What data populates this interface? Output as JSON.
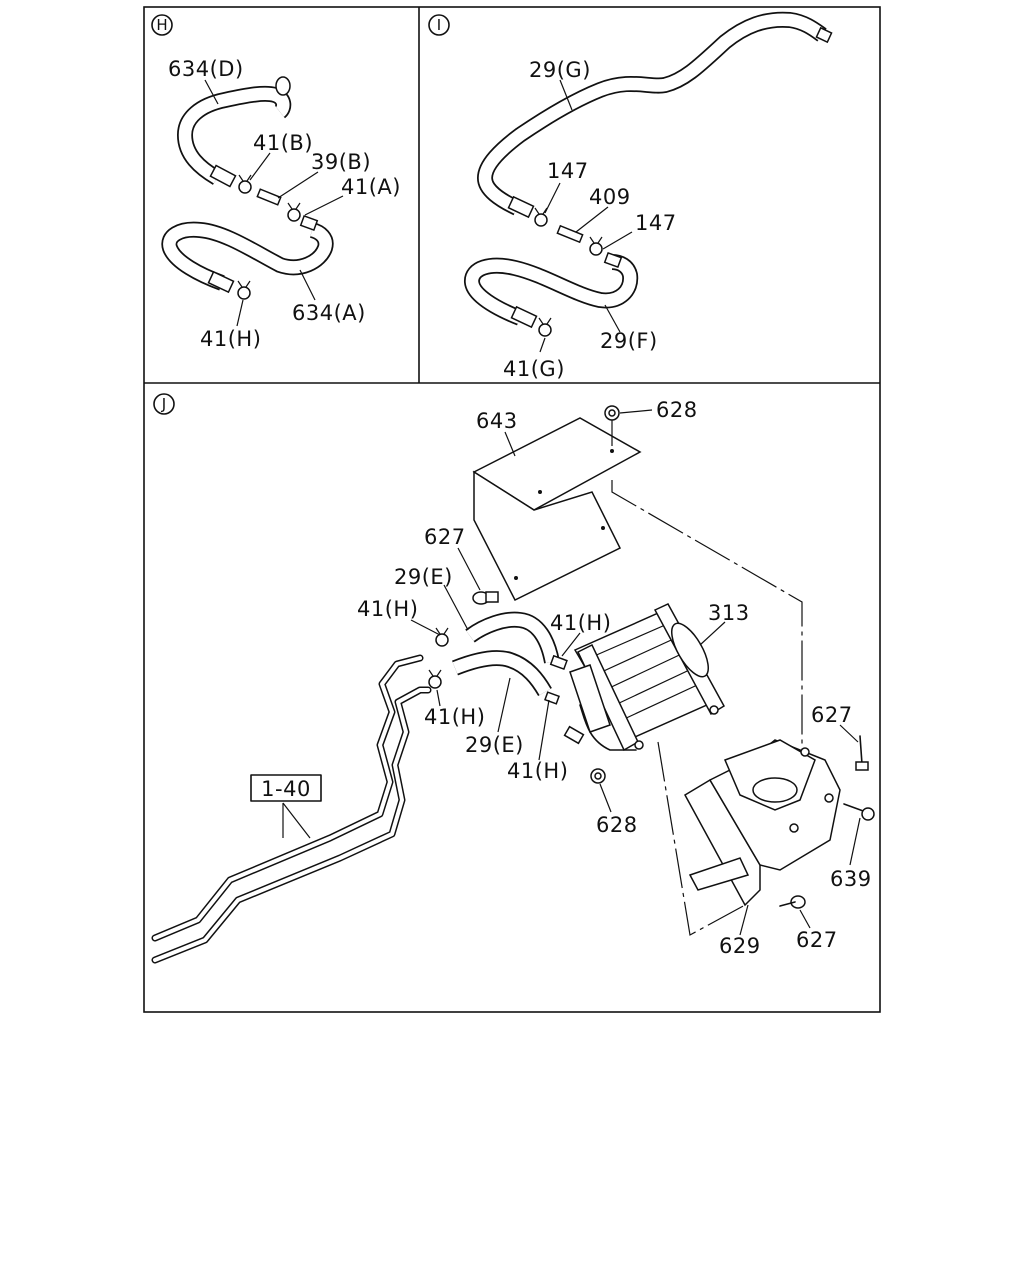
{
  "panels": [
    {
      "id": "H"
    },
    {
      "id": "I"
    },
    {
      "id": "J"
    }
  ],
  "labels": {
    "h_634d": "634(D)",
    "h_41b": "41(B)",
    "h_39b": "39(B)",
    "h_41a": "41(A)",
    "h_634a": "634(A)",
    "h_41h": "41(H)",
    "i_29g": "29(G)",
    "i_147a": "147",
    "i_409": "409",
    "i_147b": "147",
    "i_29f": "29(F)",
    "i_41g": "41(G)",
    "j_643": "643",
    "j_628_top": "628",
    "j_627_a": "627",
    "j_29e_top": "29(E)",
    "j_41h_a": "41(H)",
    "j_41h_b": "41(H)",
    "j_313": "313",
    "j_41h_c": "41(H)",
    "j_29e_bottom": "29(E)",
    "j_41h_d": "41(H)",
    "j_627_b": "627",
    "j_1_40": "1-40",
    "j_628_bottom": "628",
    "j_639": "639",
    "j_629": "629",
    "j_627_c": "627"
  }
}
